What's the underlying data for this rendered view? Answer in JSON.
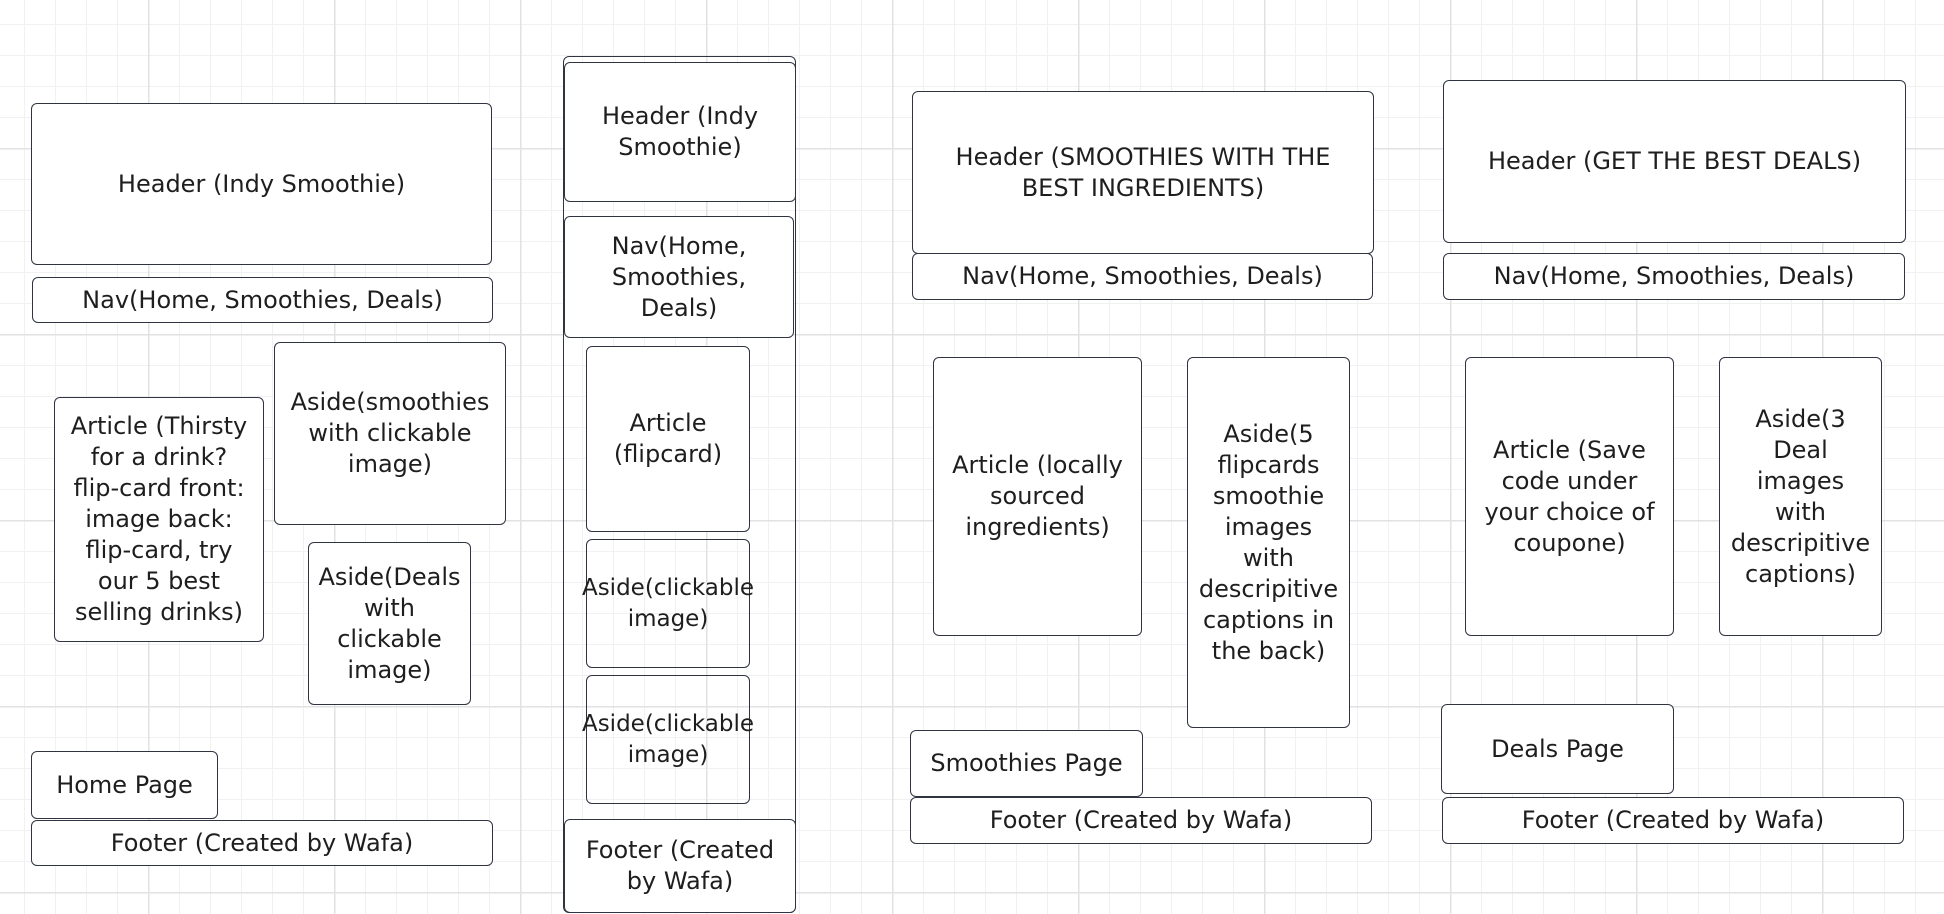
{
  "wireframes": {
    "home": {
      "header": "Header (Indy Smoothie)",
      "nav": "Nav(Home, Smoothies, Deals)",
      "article": "Article (Thirsty\nfor a drink?\nflip-card front:\nimage back:\nflip-card, try\nour 5 best\nselling drinks)",
      "aside_smoothies": "Aside(smoothies\nwith clickable\nimage)",
      "aside_deals": "Aside(Deals\nwith\nclickable\nimage)",
      "page_label": "Home Page",
      "footer": "Footer (Created by Wafa)"
    },
    "mobile": {
      "header": "Header (Indy\nSmoothie)",
      "nav": "Nav(Home,\nSmoothies,\nDeals)",
      "article": "Article\n(flipcard)",
      "aside_1": "Aside(clickable\nimage)",
      "aside_2": "Aside(clickable\nimage)",
      "footer": "Footer (Created\nby Wafa)"
    },
    "smoothies": {
      "header": "Header (SMOOTHIES WITH THE\nBEST INGREDIENTS)",
      "nav": "Nav(Home, Smoothies, Deals)",
      "article": "Article (locally\nsourced\ningredients)",
      "aside": "Aside(5\nflipcards\nsmoothie\nimages\nwith\ndescripitive\ncaptions in\nthe back)",
      "page_label": "Smoothies Page",
      "footer": "Footer (Created by Wafa)"
    },
    "deals": {
      "header": "Header (GET THE BEST DEALS)",
      "nav": "Nav(Home, Smoothies, Deals)",
      "article": "Article (Save\ncode under\nyour choice of\ncoupone)",
      "aside": "Aside(3\nDeal\nimages\nwith\ndescripitive\ncaptions)",
      "page_label": "Deals Page",
      "footer": "Footer (Created by Wafa)"
    }
  }
}
